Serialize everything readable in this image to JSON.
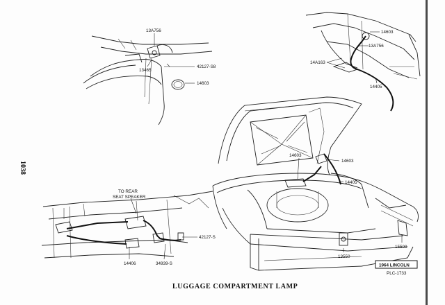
{
  "page_number": "1038",
  "title": "LUGGAGE COMPARTMENT LAMP",
  "model_box": "1964 LINCOLN",
  "plate_code": "PLC-1733",
  "detail_top_left": {
    "callouts": [
      "13A756",
      "13465",
      "42127-S8",
      "14603"
    ]
  },
  "detail_top_right": {
    "callouts": [
      "14603",
      "13A756",
      "14A163",
      "14405"
    ]
  },
  "detail_bottom_left": {
    "note_line1": "TO REAR",
    "note_line2": "SEAT SPEAKER",
    "callouts": [
      "42127-S",
      "14406",
      "34939-S"
    ]
  },
  "detail_main": {
    "callouts": [
      "14603",
      "14603",
      "14405",
      "13550",
      "15500"
    ]
  }
}
